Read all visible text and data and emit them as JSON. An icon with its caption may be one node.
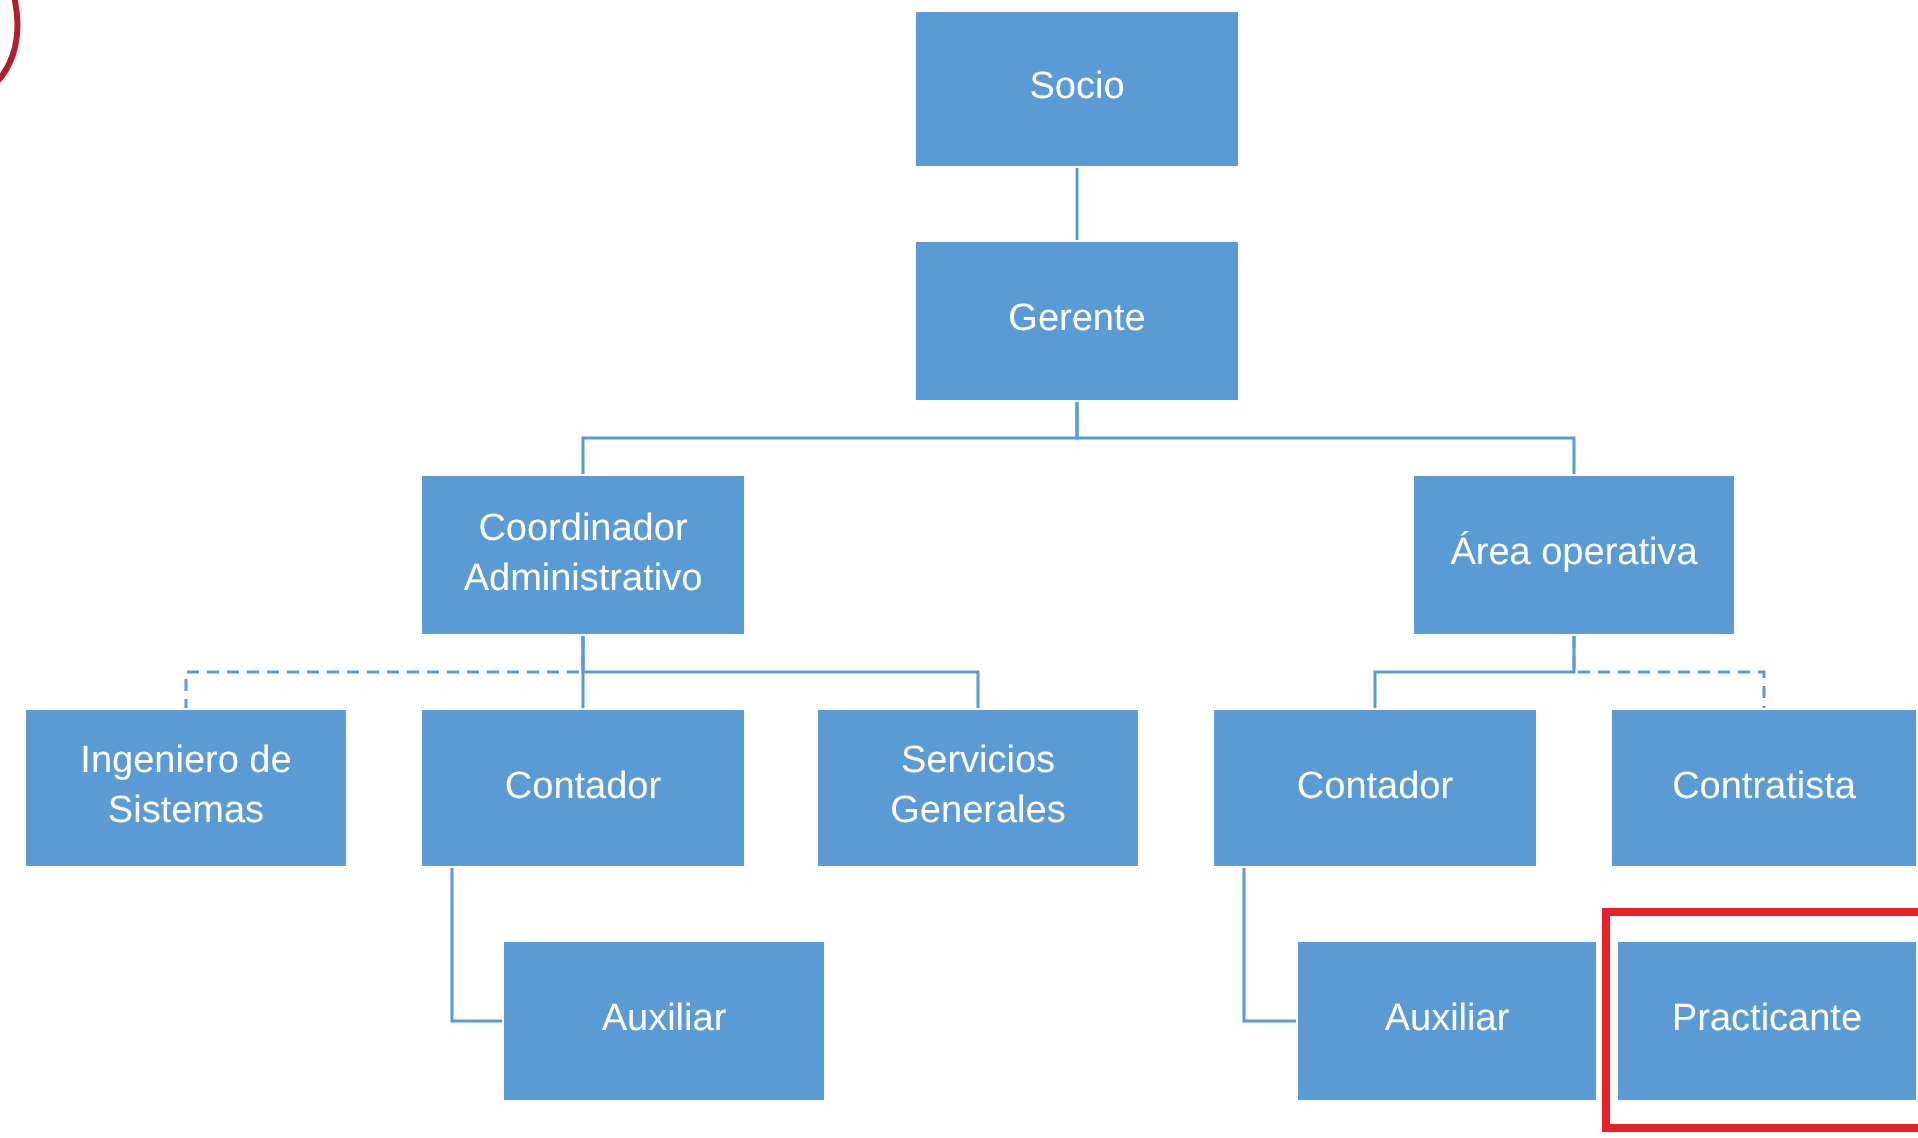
{
  "diagram": {
    "nodes": [
      {
        "text": [
          "Socio"
        ]
      },
      {
        "text": [
          "Gerente"
        ]
      },
      {
        "text": [
          "Coordinador Administrativo"
        ]
      },
      {
        "text": [
          "Área operativa"
        ]
      },
      {
        "text": [
          "Ingeniero de Sistemas"
        ]
      },
      {
        "text": [
          "Contador"
        ]
      },
      {
        "text": [
          "Servicios Generales"
        ]
      },
      {
        "text": [
          "Auxiliar"
        ]
      },
      {
        "text": [
          "Contador"
        ]
      },
      {
        "text": [
          "Contratista"
        ]
      },
      {
        "text": [
          "Auxiliar"
        ]
      },
      {
        "text": [
          "Practicante"
        ]
      }
    ],
    "edges": [
      {
        "from": 0,
        "to": 1,
        "arrow": "none"
      },
      {
        "from": 1,
        "to": 2,
        "arrow": "none"
      },
      {
        "from": 1,
        "to": 3,
        "arrow": "none"
      },
      {
        "from": 2,
        "to": 4,
        "arrow": "none",
        "style": "dashed"
      },
      {
        "from": 2,
        "to": 5,
        "arrow": "none"
      },
      {
        "from": 2,
        "to": 6,
        "arrow": "none"
      },
      {
        "from": 5,
        "to": 7,
        "arrow": "none"
      },
      {
        "from": 3,
        "to": 8,
        "arrow": "none"
      },
      {
        "from": 3,
        "to": 9,
        "arrow": "none",
        "style": "dashed"
      },
      {
        "from": 8,
        "to": 10,
        "arrow": "none"
      }
    ]
  }
}
